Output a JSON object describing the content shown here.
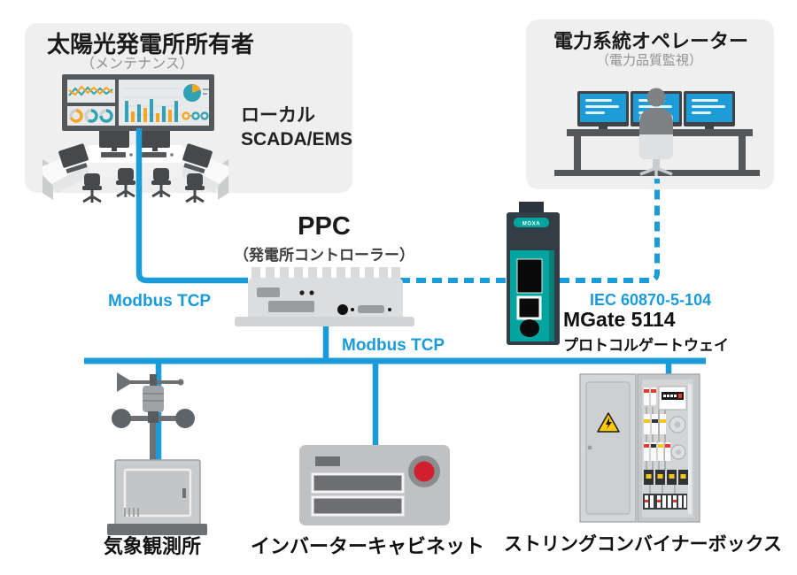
{
  "palette": {
    "accent_blue": "#1B9CD9",
    "box_bg": "#EFEFEF",
    "moxa_teal": "#00A5A0",
    "chart_teal": "#2FA3B5",
    "chart_orange": "#F5A623",
    "alert_red": "#D0202E",
    "warning_yellow": "#FFCB05",
    "screen_blue": "#1E9CD8"
  },
  "owner": {
    "title": "太陽光発電所所有者",
    "subtitle": "（メンテナンス）",
    "system_line1": "ローカル",
    "system_line2": "SCADA/EMS"
  },
  "grid_operator": {
    "title": "電力系統オペレーター",
    "subtitle": "（電力品質監視）"
  },
  "ppc": {
    "title": "PPC",
    "subtitle": "（発電所コントローラー）"
  },
  "gateway": {
    "logo": "MOXA",
    "model": "MGate 5114",
    "role": "プロトコルゲートウェイ"
  },
  "protocols": {
    "modbus_left": "Modbus TCP",
    "modbus_center": "Modbus TCP",
    "iec_right": "IEC 60870-5-104"
  },
  "field_devices": {
    "weather": "気象観測所",
    "inverter": "インバーターキャビネット",
    "combiner": "ストリングコンバイナーボックス"
  }
}
